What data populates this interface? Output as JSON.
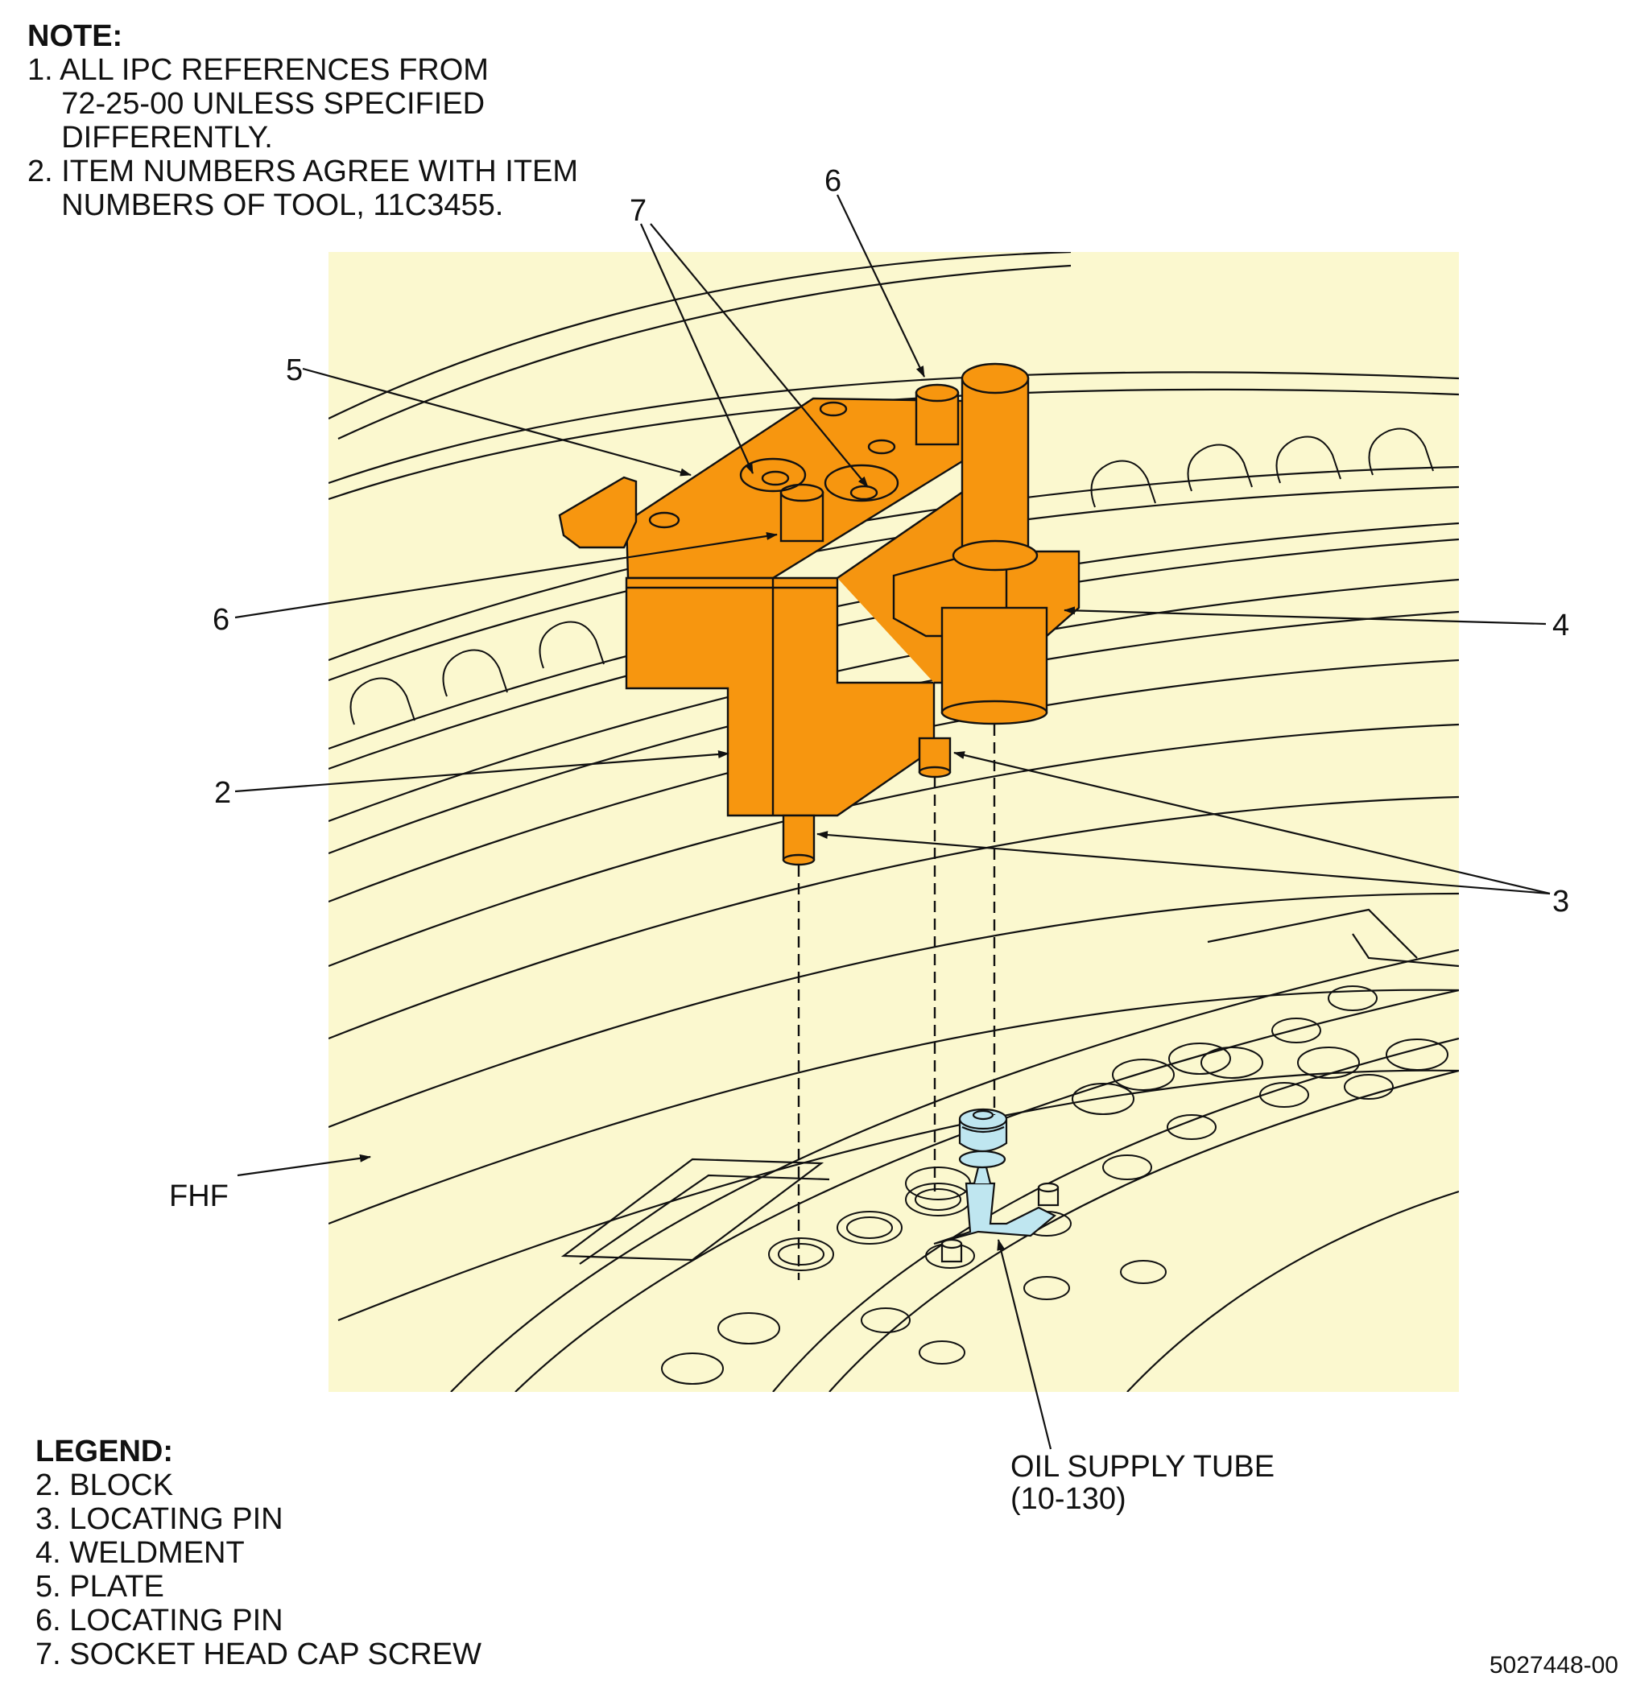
{
  "note": {
    "heading": "NOTE:",
    "lines": [
      "1. ALL IPC REFERENCES FROM",
      "    72-25-00 UNLESS SPECIFIED",
      "    DIFFERENTLY.",
      "2. ITEM NUMBERS AGREE WITH ITEM",
      "    NUMBERS OF TOOL, 11C3455."
    ]
  },
  "legend": {
    "heading": "LEGEND:",
    "items": [
      "2. BLOCK",
      "3. LOCATING PIN",
      "4. WELDMENT",
      "5. PLATE",
      "6. LOCATING PIN",
      "7. SOCKET HEAD CAP SCREW"
    ]
  },
  "callouts": {
    "c2": "2",
    "c3": "3",
    "c4": "4",
    "c5": "5",
    "c6_top": "6",
    "c6_left": "6",
    "c7": "7",
    "fhf": "FHF",
    "oil_tube_line1": "OIL SUPPLY TUBE",
    "oil_tube_line2": "(10-130)"
  },
  "document_number": "5027448-00",
  "colors": {
    "background_panel": "#fbf8cf",
    "tool_orange": "#f7960f",
    "tube_blue": "#bfe6f0",
    "line": "#111111"
  }
}
